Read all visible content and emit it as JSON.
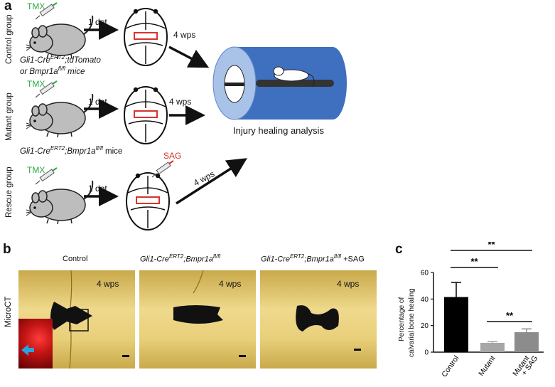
{
  "panel_letters": {
    "a": "a",
    "b": "b",
    "c": "c"
  },
  "panel_a": {
    "groups": [
      {
        "label": "Control group",
        "reagent": "TMX",
        "step1": "1 dpt",
        "step2": "4 wps",
        "genotype_line1_prefix": "Gli1-Cre",
        "genotype_line1_sup1": "ERT2",
        "genotype_line1_suffix": ";tdTomato",
        "genotype_line2_prefix": "or Bmpr1a",
        "genotype_line2_sup": "fl/fl",
        "genotype_line2_suffix": " mice"
      },
      {
        "label": "Mutant group",
        "reagent": "TMX",
        "step1": "1 dpt",
        "step2": "4 wps",
        "genotype_prefix": "Gli1-Cre",
        "genotype_sup1": "ERT2",
        "genotype_mid": ";Bmpr1a",
        "genotype_sup2": "fl/fl",
        "genotype_suffix": " mice"
      },
      {
        "label": "Rescue group",
        "reagent": "TMX",
        "step1": "1 dpt",
        "step2": "4 wps",
        "treatment": "SAG"
      }
    ],
    "analysis_label": "Injury healing analysis"
  },
  "panel_b": {
    "row_label": "MicroCT",
    "columns": [
      {
        "title": "Control",
        "timepoint": "4 wps"
      },
      {
        "title_prefix": "Gli1-Cre",
        "title_sup1": "ERT2",
        "title_mid": ";Bmpr1a",
        "title_sup2": "fl/fl",
        "title_suffix": "",
        "timepoint": "4 wps"
      },
      {
        "title_prefix": "Gli1-Cre",
        "title_sup1": "ERT2",
        "title_mid": ";Bmpr1a",
        "title_sup2": "fl/fl",
        "title_suffix": " +SAG",
        "timepoint": "4 wps"
      }
    ]
  },
  "chart_data": {
    "type": "bar",
    "categories": [
      "Control",
      "Mutant",
      "Mutant\n+ SAG"
    ],
    "category_lines": [
      [
        "Control"
      ],
      [
        "Mutant"
      ],
      [
        "Mutant",
        "+ SAG"
      ]
    ],
    "values": [
      41.5,
      7,
      15
    ],
    "errors": [
      11,
      1,
      2.5
    ],
    "bar_colors": [
      "#000000",
      "#a6a6a6",
      "#8c8c8c"
    ],
    "ylabel_lines": [
      "Percentage of",
      "calvarial bone healing"
    ],
    "ylim": [
      0,
      60
    ],
    "yticks": [
      "0",
      "20",
      "40",
      "60"
    ],
    "significance": [
      {
        "from": 0,
        "to": 2,
        "label": "**"
      },
      {
        "from": 0,
        "to": 1,
        "label": "**"
      },
      {
        "from": 1,
        "to": 2,
        "label": "**"
      }
    ]
  },
  "colors": {
    "tmx": "#2aa84a",
    "sag": "#d9322b",
    "incision": "#d9322b",
    "tube": "#3f6fbf",
    "bone": "#e8cf7a",
    "inset_arrow": "#2aa3e0"
  }
}
